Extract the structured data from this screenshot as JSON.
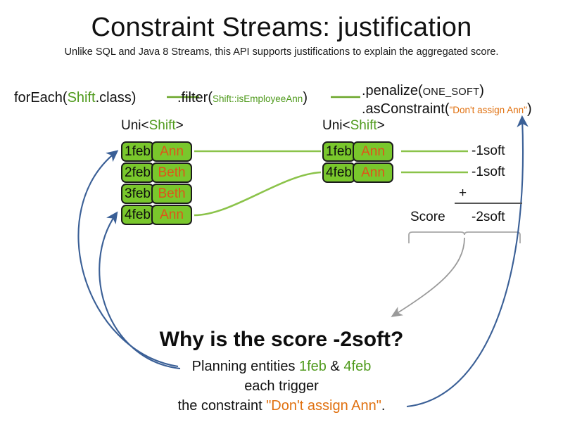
{
  "slide": {
    "title": "Constraint Streams: justification",
    "subtitle": "Unlike SQL and Java 8 Streams, this API supports justifications to explain the aggregated score."
  },
  "colors": {
    "green": "#4f9a1c",
    "box_green": "#79c72c",
    "orange": "#e0700f",
    "name_orange": "#e0531a",
    "blue_arrow": "#3a5f96",
    "grey_arrow": "#9a9a9a",
    "wire_green": "#8bc34a"
  },
  "pipeline": {
    "for_each": {
      "prefix": "forEach(",
      "type": "Shift",
      "suffix": ".class)"
    },
    "filter": {
      "prefix": ".filter(",
      "arg": "Shift::isEmployeeAnn",
      "suffix": ")"
    },
    "penalize": {
      "prefix": ".penalize(",
      "arg": "ONE_SOFT",
      "suffix": ")"
    },
    "as_constraint": {
      "prefix": ".asConstraint(",
      "arg": "\"Don't assign Ann\"",
      "suffix": ")"
    }
  },
  "streams": {
    "left": {
      "label_prefix": "Uni<",
      "label_type": "Shift",
      "label_suffix": ">",
      "tuples": [
        {
          "date": "1feb",
          "name": "Ann"
        },
        {
          "date": "2feb",
          "name": "Beth"
        },
        {
          "date": "3feb",
          "name": "Beth"
        },
        {
          "date": "4feb",
          "name": "Ann"
        }
      ]
    },
    "right": {
      "label_prefix": "Uni<",
      "label_type": "Shift",
      "label_suffix": ">",
      "tuples": [
        {
          "date": "1feb",
          "name": "Ann",
          "penalty": "-1soft"
        },
        {
          "date": "4feb",
          "name": "Ann",
          "penalty": "-1soft"
        }
      ]
    }
  },
  "score": {
    "label": "Score",
    "operator": "+",
    "total": "-2soft"
  },
  "explanation": {
    "heading": "Why is the score -2soft?",
    "line1_prefix": "Planning entities ",
    "line1_entity_a": "1feb",
    "line1_amp": " & ",
    "line1_entity_b": "4feb",
    "line2": "each trigger",
    "line3_prefix": "the constraint ",
    "line3_constraint": "\"Don't assign Ann\"",
    "line3_suffix": "."
  }
}
